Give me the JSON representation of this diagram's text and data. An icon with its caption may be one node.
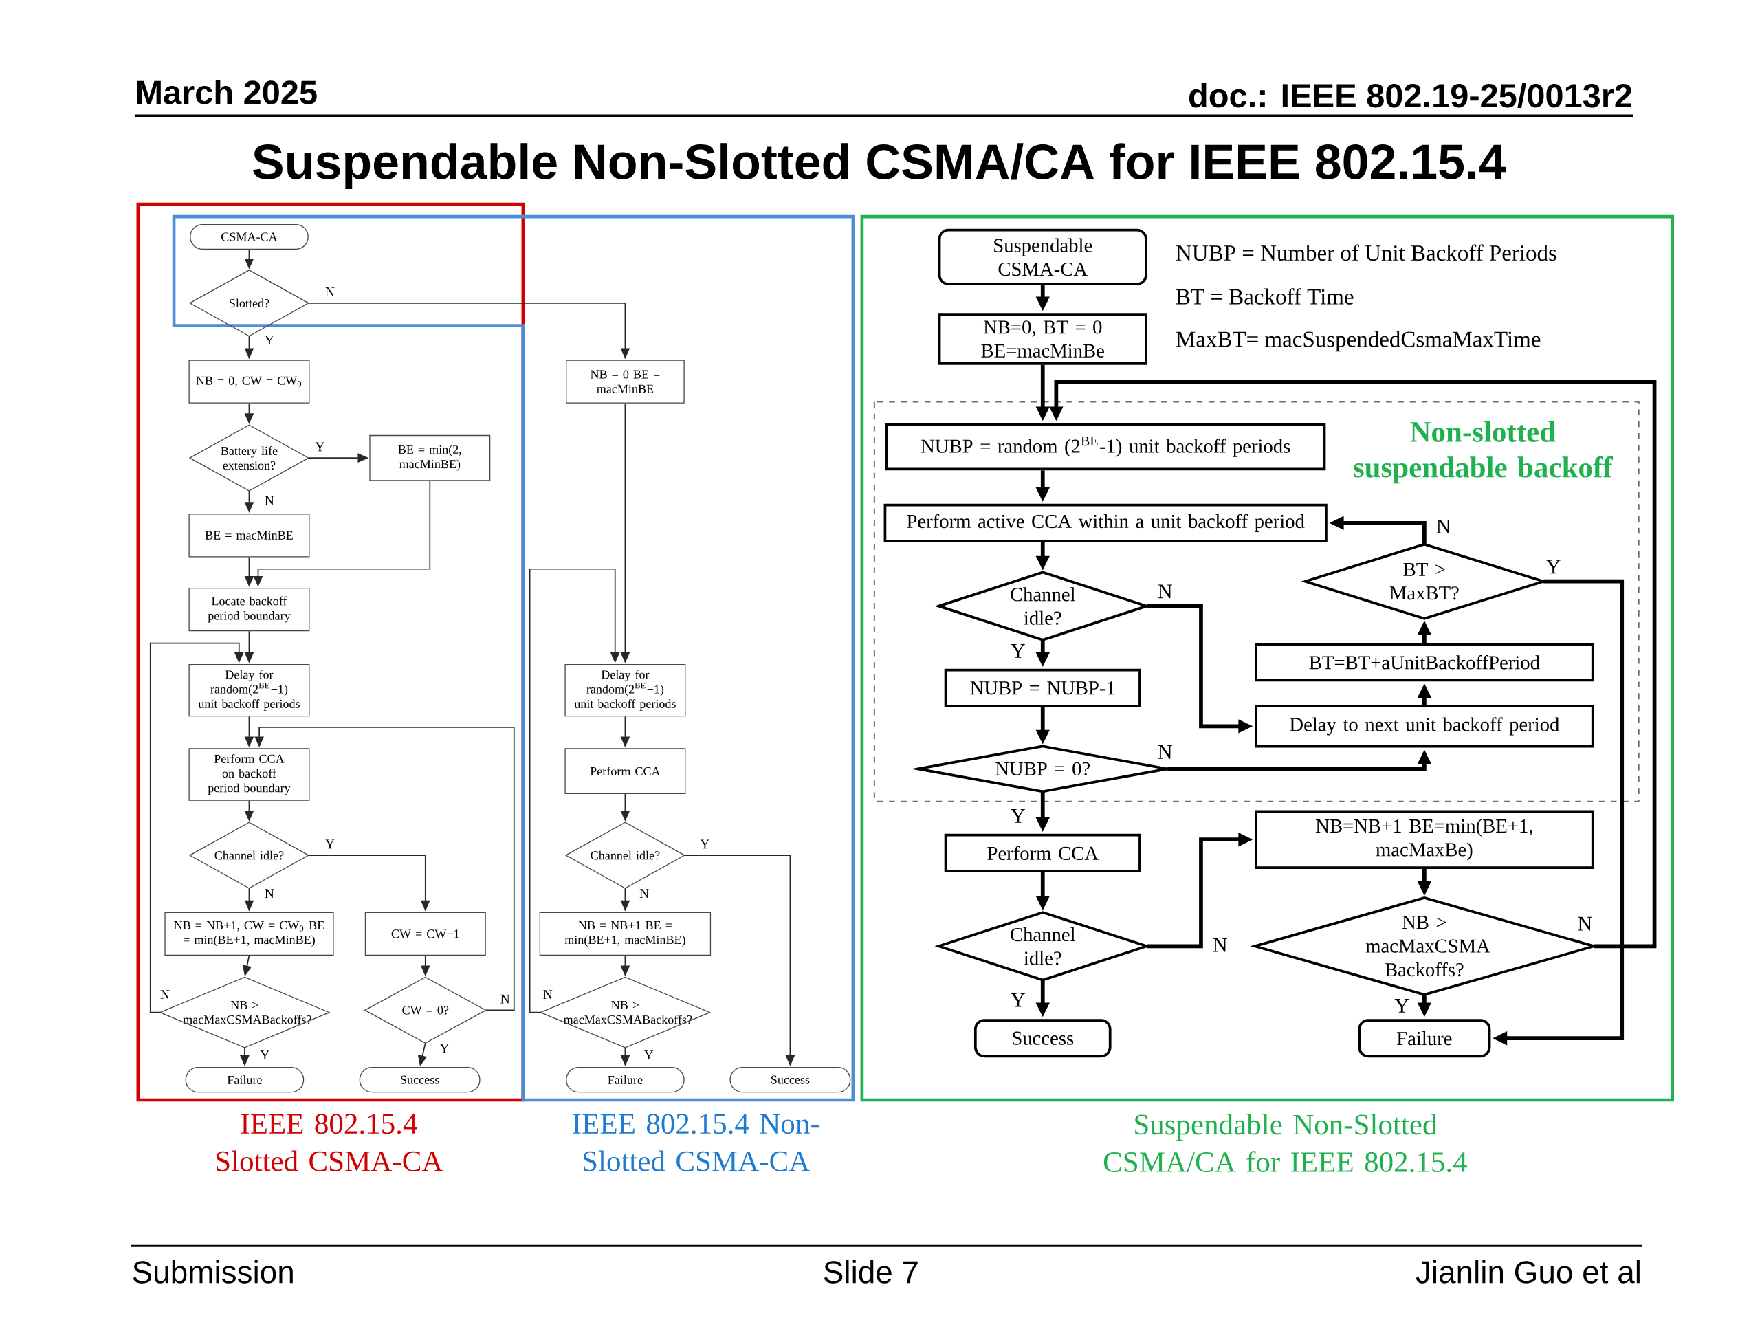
{
  "diagram": {
    "title": "Suspendable Non-Slotted CSMA/CA for IEEE 802.15.4",
    "nodes": [
      {
        "text": [
          "IEEE 802.15.4 Slotted CSMA-CA"
        ]
      },
      {
        "text": [
          "IEEE 802.15.4 Non-Slotted CSMA-CA"
        ]
      },
      {
        "text": [
          "Suspendable Non-Slotted CSMA/CA for IEEE 802.15.4"
        ]
      },
      {
        "text": [
          "CSMA-CA"
        ],
        "in": 0
      },
      {
        "text": [
          "Slotted?"
        ],
        "in": 0
      },
      {
        "text": [
          "NB = 0, CW = CW$_{0}$"
        ],
        "in": 0
      },
      {
        "text": [
          "Battery life extension?"
        ],
        "in": 0
      },
      {
        "text": [
          "BE = min(2, macMinBE)"
        ],
        "in": 0
      },
      {
        "text": [
          "BE = macMinBE"
        ],
        "in": 0
      },
      {
        "text": [
          "Locate backoff period boundary"
        ],
        "in": 0
      },
      {
        "text": [
          "Delay for random(2$^{BE}$−1) unit backoff periods"
        ],
        "in": 0
      },
      {
        "text": [
          "Perform CCA on backoff period boundary"
        ],
        "in": 0
      },
      {
        "text": [
          "Channel idle?"
        ],
        "in": 0
      },
      {
        "text": [
          "NB = NB+1, CW = CW$_{0}$ BE = min(BE+1, macMinBE)"
        ],
        "in": 0
      },
      {
        "text": [
          "NB > macMaxCSMABackoffs?"
        ],
        "in": 0
      },
      {
        "text": [
          "CW = CW−1"
        ],
        "in": 0
      },
      {
        "text": [
          "CW = 0?"
        ],
        "in": 0
      },
      {
        "text": [
          "Failure"
        ],
        "in": 0
      },
      {
        "text": [
          "Success"
        ],
        "in": 0
      },
      {
        "text": [
          "NB = 0 BE = macMinBE"
        ],
        "in": 1
      },
      {
        "text": [
          "Delay for random(2$^{BE}$−1) unit backoff periods"
        ],
        "in": 1
      },
      {
        "text": [
          "Perform CCA"
        ],
        "in": 1
      },
      {
        "text": [
          "Channel idle?"
        ],
        "in": 1
      },
      {
        "text": [
          "NB = NB+1 BE = min(BE+1, macMinBE)"
        ],
        "in": 1
      },
      {
        "text": [
          "NB > macMaxCSMABackoffs?"
        ],
        "in": 1
      },
      {
        "text": [
          "Failure"
        ],
        "in": 1
      },
      {
        "text": [
          "Success"
        ],
        "in": 1
      },
      {
        "text": [
          "Suspendable CSMA-CA"
        ],
        "in": 2
      },
      {
        "text": [
          "NB=0, BT = 0 BE=macMinBe"
        ],
        "in": 2
      },
      {
        "text": [
          "Non-slotted suspendable backoff"
        ],
        "in": 2
      },
      {
        "text": [
          "NUBP = random (2$^{BE}$-1) unit backoff periods"
        ],
        "in": 29
      },
      {
        "text": [
          "Perform active CCA within a unit backoff period"
        ],
        "in": 29
      },
      {
        "text": [
          "Channel idle?"
        ],
        "in": 29
      },
      {
        "text": [
          "NUBP = NUBP-1"
        ],
        "in": 29
      },
      {
        "text": [
          "NUBP = 0?"
        ],
        "in": 29
      },
      {
        "text": [
          "BT > MaxBT?"
        ],
        "in": 29
      },
      {
        "text": [
          "BT=BT+aUnitBackoffPeriod"
        ],
        "in": 29
      },
      {
        "text": [
          "Delay to next unit backoff period"
        ],
        "in": 29
      },
      {
        "text": [
          "Perform CCA"
        ],
        "in": 2
      },
      {
        "text": [
          "Channel idle?"
        ],
        "in": 2
      },
      {
        "text": [
          "Success"
        ],
        "in": 2
      },
      {
        "text": [
          "NB=NB+1 BE=min(BE+1, macMaxBe)"
        ],
        "in": 2
      },
      {
        "text": [
          "NB > macMaxCSMA Backoffs?"
        ],
        "in": 2
      },
      {
        "text": [
          "Failure"
        ],
        "in": 2
      }
    ],
    "edges": [
      {
        "from": 3,
        "to": 4,
        "arrow": "to"
      },
      {
        "from": 4,
        "to": 5,
        "arrow": "to",
        "label": "Y"
      },
      {
        "from": 4,
        "to": 19,
        "arrow": "to",
        "label": "N"
      },
      {
        "from": 5,
        "to": 6,
        "arrow": "to"
      },
      {
        "from": 6,
        "to": 7,
        "arrow": "to",
        "label": "Y"
      },
      {
        "from": 6,
        "to": 8,
        "arrow": "to",
        "label": "N"
      },
      {
        "from": 8,
        "to": 9,
        "arrow": "to"
      },
      {
        "from": 7,
        "to": 9,
        "arrow": "to"
      },
      {
        "from": 9,
        "to": 10,
        "arrow": "to"
      },
      {
        "from": 10,
        "to": 11,
        "arrow": "to"
      },
      {
        "from": 11,
        "to": 12,
        "arrow": "to"
      },
      {
        "from": 12,
        "to": 13,
        "arrow": "to",
        "label": "N"
      },
      {
        "from": 12,
        "to": 15,
        "arrow": "to",
        "label": "Y"
      },
      {
        "from": 13,
        "to": 14,
        "arrow": "to"
      },
      {
        "from": 14,
        "to": 10,
        "arrow": "to",
        "label": "N"
      },
      {
        "from": 14,
        "to": 17,
        "arrow": "to",
        "label": "Y"
      },
      {
        "from": 15,
        "to": 16,
        "arrow": "to"
      },
      {
        "from": 16,
        "to": 11,
        "arrow": "to",
        "label": "N"
      },
      {
        "from": 16,
        "to": 18,
        "arrow": "to",
        "label": "Y"
      },
      {
        "from": 19,
        "to": 20,
        "arrow": "to"
      },
      {
        "from": 20,
        "to": 21,
        "arrow": "to"
      },
      {
        "from": 21,
        "to": 22,
        "arrow": "to"
      },
      {
        "from": 22,
        "to": 23,
        "arrow": "to",
        "label": "N"
      },
      {
        "from": 22,
        "to": 26,
        "arrow": "to",
        "label": "Y"
      },
      {
        "from": 23,
        "to": 24,
        "arrow": "to"
      },
      {
        "from": 24,
        "to": 20,
        "arrow": "to",
        "label": "N"
      },
      {
        "from": 24,
        "to": 25,
        "arrow": "to",
        "label": "Y"
      },
      {
        "from": 27,
        "to": 28,
        "arrow": "to",
        "style": "thick"
      },
      {
        "from": 28,
        "to": 30,
        "arrow": "to",
        "style": "thick"
      },
      {
        "from": 30,
        "to": 31,
        "arrow": "to",
        "style": "thick"
      },
      {
        "from": 31,
        "to": 32,
        "arrow": "to",
        "style": "thick"
      },
      {
        "from": 32,
        "to": 33,
        "arrow": "to",
        "style": "thick",
        "label": "Y"
      },
      {
        "from": 32,
        "to": 37,
        "arrow": "to",
        "style": "thick",
        "label": "N"
      },
      {
        "from": 33,
        "to": 34,
        "arrow": "to",
        "style": "thick"
      },
      {
        "from": 34,
        "to": 37,
        "arrow": "to",
        "style": "thick",
        "label": "N"
      },
      {
        "from": 37,
        "to": 36,
        "arrow": "to",
        "style": "thick"
      },
      {
        "from": 36,
        "to": 35,
        "arrow": "to",
        "style": "thick"
      },
      {
        "from": 35,
        "to": 31,
        "arrow": "to",
        "style": "thick",
        "label": "N"
      },
      {
        "from": 35,
        "to": 43,
        "arrow": "to",
        "style": "thick",
        "label": "Y"
      },
      {
        "from": 34,
        "to": 38,
        "arrow": "to",
        "style": "thick",
        "label": "Y"
      },
      {
        "from": 38,
        "to": 39,
        "arrow": "to",
        "style": "thick"
      },
      {
        "from": 39,
        "to": 40,
        "arrow": "to",
        "style": "thick",
        "label": "Y"
      },
      {
        "from": 39,
        "to": 41,
        "arrow": "to",
        "style": "thick",
        "label": "N"
      },
      {
        "from": 41,
        "to": 42,
        "arrow": "to",
        "style": "thick"
      },
      {
        "from": 42,
        "to": 43,
        "arrow": "to",
        "style": "thick",
        "label": "Y"
      },
      {
        "from": 42,
        "to": 30,
        "arrow": "to",
        "style": "thick",
        "label": "N"
      }
    ],
    "labels": [
      "March 2025",
      "doc.: IEEE 802.19-25/0013r2",
      "NUBP = Number of Unit Backoff Periods",
      "BT = Backoff Time",
      "MaxBT= macSuspendedCsmaMaxTime",
      "Submission",
      "Slide 7",
      "Jianlin Guo et al"
    ]
  }
}
